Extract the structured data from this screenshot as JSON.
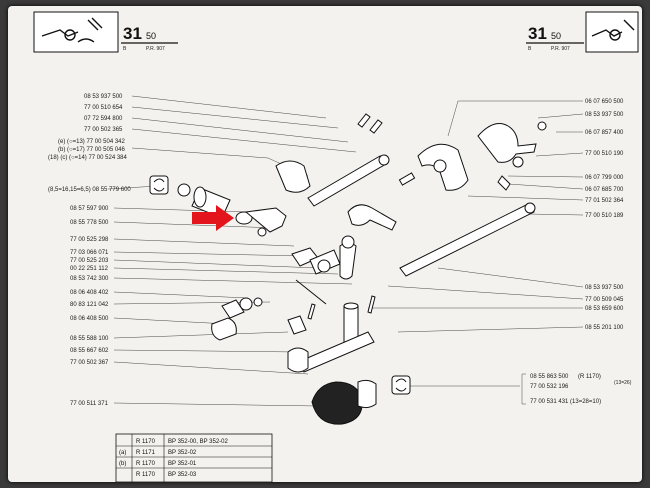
{
  "header": {
    "left_number": "31",
    "left_decimal": "50",
    "left_letter": "B",
    "left_ref": "P.R. 907",
    "right_number": "31",
    "right_decimal": "50",
    "right_letter": "B",
    "right_ref": "P.R. 907"
  },
  "left_labels": [
    "08 53 937 500",
    "77 00 510 654",
    "07 72 594 800",
    "77 00 502 365",
    "(e) (○=13) 77 00 504 342",
    "(b) (○=17) 77 00 505 046",
    "(18) (c) (○=14) 77 00 524 384",
    "(8,5=16,15=6,5) 08 55 779 600",
    "08 57 597 900",
    "08 55 778 500",
    "77 00 525 298",
    "77 03 066 071",
    "77 00 525 203",
    "00 22 251 112",
    "08 53 742 300",
    "08 06 408 402",
    "80 83 121 042",
    "08 06 408 500",
    "08 55 588 100",
    "08 55 667 602",
    "77 00 502 367",
    "77 00 511 371"
  ],
  "right_labels": [
    "06 07 650 500",
    "08 53 937 500",
    "06 07 857 400",
    "77 00 510 190",
    "06 07 799 000",
    "06 07 685 700",
    "77 01 502 364",
    "77 00 510 189",
    "08 53 937 500",
    "77 00 509 045",
    "08 53 659 600",
    "08 55 201 100"
  ],
  "bottom_right_labels": {
    "line1": "08 55 863 500",
    "line1_ref": "(R 1170)",
    "line2": "77 00 532 196",
    "bracket_note": "(13=26)",
    "line3": "77 00 531 431 (13=28=10)"
  },
  "table": [
    {
      "col1": "",
      "col2": "R 1170",
      "col3": "BP 352-00, BP 352-02"
    },
    {
      "col1": "(a)",
      "col2": "R 1171",
      "col3": "BP 352-02"
    },
    {
      "col1": "(b)",
      "col2": "R 1170",
      "col3": "BP 352-01"
    },
    {
      "col1": "",
      "col2": "R 1170",
      "col3": "BP 352-03"
    }
  ],
  "colors": {
    "page": "#f3f2ee",
    "ink": "#111111",
    "arrow": "#e3141b",
    "frame": "#3b3a3a"
  }
}
